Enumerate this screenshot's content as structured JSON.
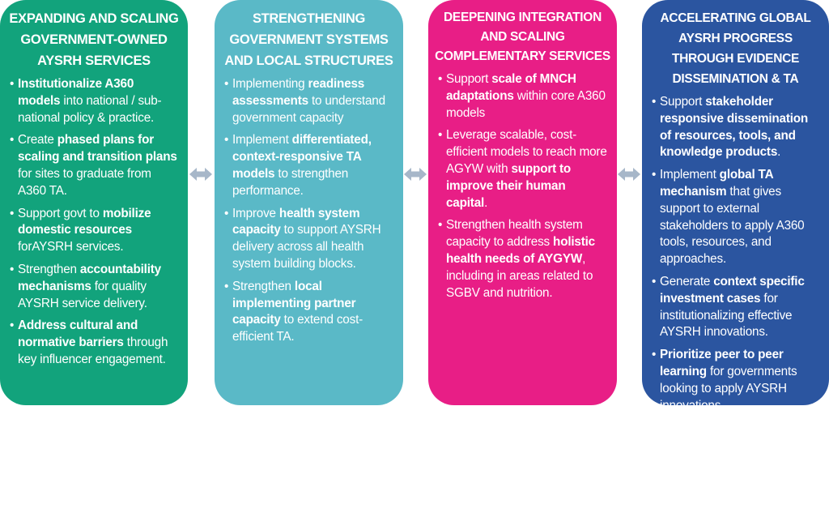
{
  "columns": [
    {
      "title": "EXPANDING AND SCALING GOVERNMENT-OWNED AYSRH SERVICES",
      "color": "#12a37c",
      "bullets": [
        {
          "segments": [
            {
              "t": "Institutionalize A360 models",
              "b": true
            },
            {
              "t": " into national / sub-national policy & practice.",
              "b": false
            }
          ]
        },
        {
          "segments": [
            {
              "t": "Create ",
              "b": false
            },
            {
              "t": "phased plans for scaling and transition plans",
              "b": true
            },
            {
              "t": " for sites to graduate from A360 TA.",
              "b": false
            }
          ]
        },
        {
          "segments": [
            {
              "t": "Support govt to ",
              "b": false
            },
            {
              "t": "mobilize domestic resources",
              "b": true
            },
            {
              "t": " forAYSRH services.",
              "b": false
            }
          ]
        },
        {
          "segments": [
            {
              "t": "Strengthen ",
              "b": false
            },
            {
              "t": "accountability mechanisms",
              "b": true
            },
            {
              "t": " for quality AYSRH service delivery.",
              "b": false
            }
          ]
        },
        {
          "segments": [
            {
              "t": "Address cultural and normative barriers",
              "b": true
            },
            {
              "t": " through key influencer engagement.",
              "b": false
            }
          ]
        }
      ]
    },
    {
      "title": "STRENGTHENING GOVERNMENT SYSTEMS AND LOCAL STRUCTURES",
      "color": "#5ab9c7",
      "bullets": [
        {
          "segments": [
            {
              "t": "Implementing ",
              "b": false
            },
            {
              "t": "readiness assessments",
              "b": true
            },
            {
              "t": " to understand government capacity",
              "b": false
            }
          ]
        },
        {
          "segments": [
            {
              "t": "Implement ",
              "b": false
            },
            {
              "t": "differentiated, context-responsive TA models",
              "b": true
            },
            {
              "t": " to strengthen performance.",
              "b": false
            }
          ]
        },
        {
          "segments": [
            {
              "t": "Improve ",
              "b": false
            },
            {
              "t": "health system capacity",
              "b": true
            },
            {
              "t": " to support AYSRH delivery across all health system building blocks.",
              "b": false
            }
          ]
        },
        {
          "segments": [
            {
              "t": "Strengthen ",
              "b": false
            },
            {
              "t": "local implementing partner capacity",
              "b": true
            },
            {
              "t": " to extend cost-efficient TA.",
              "b": false
            }
          ]
        }
      ]
    },
    {
      "title": "DEEPENING INTEGRATION AND SCALING COMPLEMENTARY SERVICES",
      "color": "#e81e86",
      "bullets": [
        {
          "segments": [
            {
              "t": "Support ",
              "b": false
            },
            {
              "t": "scale of MNCH adaptations",
              "b": true
            },
            {
              "t": " within core A360 models",
              "b": false
            }
          ]
        },
        {
          "segments": [
            {
              "t": "Leverage scalable, cost-efficient models to reach more AGYW with ",
              "b": false
            },
            {
              "t": "support to improve their human capital",
              "b": true
            },
            {
              "t": ".",
              "b": false
            }
          ]
        },
        {
          "segments": [
            {
              "t": "Strengthen health system capacity to address ",
              "b": false
            },
            {
              "t": "holistic health needs of AYGYW",
              "b": true
            },
            {
              "t": ", including in areas related to SGBV and nutrition.",
              "b": false
            }
          ]
        }
      ]
    },
    {
      "title": "ACCELERATING GLOBAL AYSRH PROGRESS THROUGH EVIDENCE DISSEMINATION & TA",
      "color": "#2b55a0",
      "bullets": [
        {
          "segments": [
            {
              "t": "Support ",
              "b": false
            },
            {
              "t": "stakeholder responsive dissemination of resources, tools, and knowledge products",
              "b": true
            },
            {
              "t": ".",
              "b": false
            }
          ]
        },
        {
          "segments": [
            {
              "t": "Implement ",
              "b": false
            },
            {
              "t": "global TA mechanism",
              "b": true
            },
            {
              "t": " that gives support to external stakeholders to apply A360 tools, resources, and approaches.",
              "b": false
            }
          ]
        },
        {
          "segments": [
            {
              "t": "Generate ",
              "b": false
            },
            {
              "t": "context specific investment cases",
              "b": true
            },
            {
              "t": " for institutionalizing effective AYSRH innovations.",
              "b": false
            }
          ]
        },
        {
          "segments": [
            {
              "t": "Prioritize peer to peer learning",
              "b": true
            },
            {
              "t": " for governments looking to apply AYSRH innovations.",
              "b": false
            }
          ]
        }
      ]
    }
  ],
  "connectors": [
    {
      "icon": "double-arrow-icon",
      "color": "#a7b7c9"
    },
    {
      "icon": "double-arrow-icon",
      "color": "#a7b7c9"
    },
    {
      "icon": "double-arrow-icon",
      "color": "#a7b7c9"
    }
  ]
}
